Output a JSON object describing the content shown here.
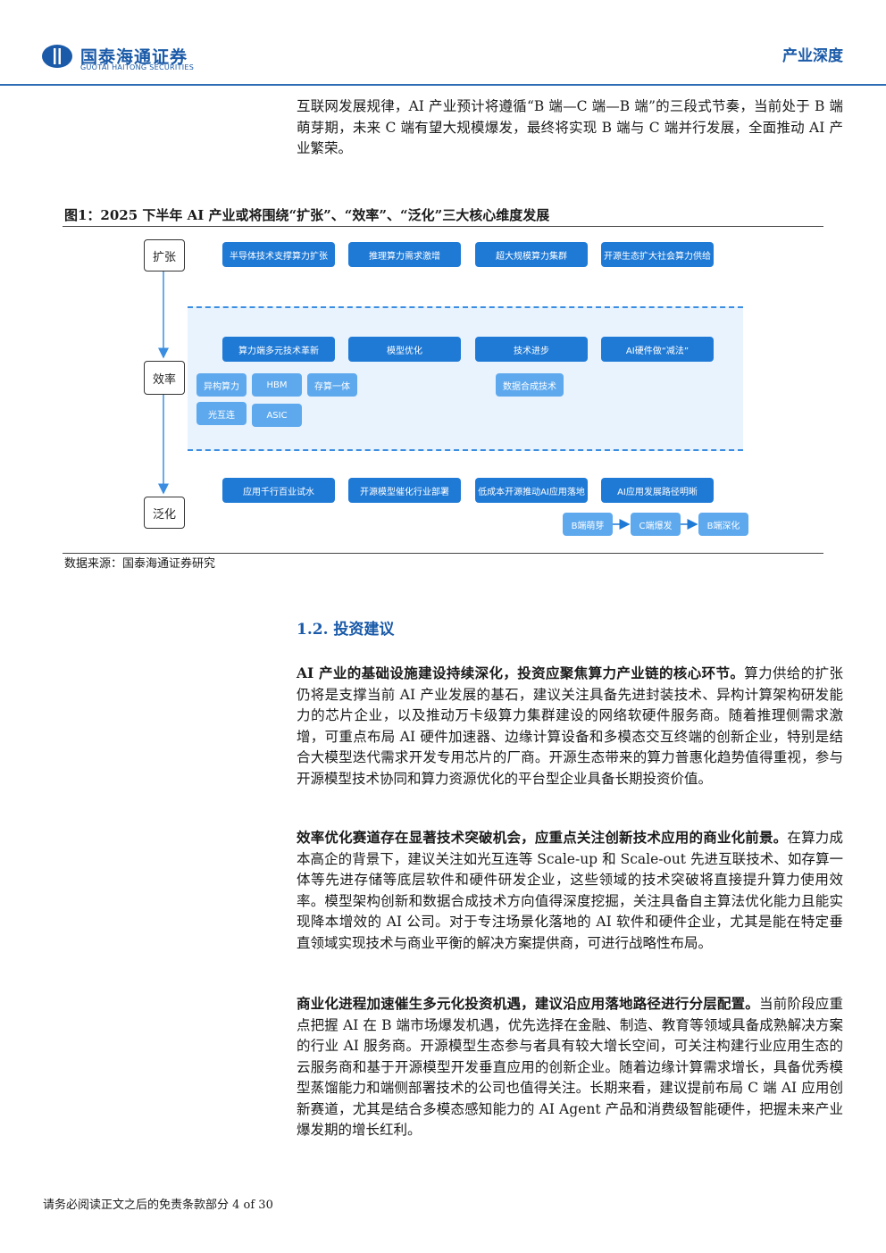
{
  "header": {
    "logo_cn": "国泰海通证券",
    "logo_en": "GUOTAI HAITONG SECURITIES",
    "section_tag": "产业深度",
    "brand_color": "#1a5aa8"
  },
  "intro_paragraph": "互联网发展规律，AI 产业预计将遵循“B 端—C 端—B 端”的三段式节奏，当前处于 B 端萌芽期，未来 C 端有望大规模爆发，最终将实现 B 端与 C 端并行发展，全面推动 AI 产业繁荣。",
  "figure": {
    "title": "图1：2025 下半年 AI 产业或将围绕“扩张”、“效率”、“泛化”三大核心维度发展",
    "source": "数据来源：国泰海通证券研究",
    "dimensions": [
      "扩张",
      "效率",
      "泛化"
    ],
    "expansion_items": [
      "半导体技术支撑算力扩张",
      "推理算力需求激增",
      "超大规模算力集群",
      "开源生态扩大社会算力供给"
    ],
    "efficiency_items": [
      "算力端多元技术革新",
      "模型优化",
      "技术进步",
      "AI硬件做“减法”"
    ],
    "efficiency_sub_items": [
      "异构算力",
      "HBM",
      "存算一体",
      "光互连",
      "ASIC",
      "数据合成技术"
    ],
    "generalization_items": [
      "应用千行百业试水",
      "开源模型催化行业部署",
      "低成本开源推动AI应用落地",
      "AI应用发展路径明晰"
    ],
    "path_items": [
      "B端萌芽",
      "C端爆发",
      "B端深化"
    ]
  },
  "section_heading": "1.2. 投资建议",
  "paragraphs": [
    {
      "lead": "AI 产业的基础设施建设持续深化，投资应聚焦算力产业链的核心环节。",
      "text": "算力供给的扩张仍将是支撑当前 AI 产业发展的基石，建议关注具备先进封装技术、异构计算架构研发能力的芯片企业，以及推动万卡级算力集群建设的网络软硬件服务商。随着推理侧需求激增，可重点布局 AI 硬件加速器、边缘计算设备和多模态交互终端的创新企业，特别是结合大模型迭代需求开发专用芯片的厂商。开源生态带来的算力普惠化趋势值得重视，参与开源模型技术协同和算力资源优化的平台型企业具备长期投资价值。"
    },
    {
      "lead": "效率优化赛道存在显著技术突破机会，应重点关注创新技术应用的商业化前景。",
      "text": "在算力成本高企的背景下，建议关注如光互连等 Scale-up 和 Scale-out 先进互联技术、如存算一体等先进存储等底层软件和硬件研发企业，这些领域的技术突破将直接提升算力使用效率。模型架构创新和数据合成技术方向值得深度挖掘，关注具备自主算法优化能力且能实现降本增效的 AI 公司。对于专注场景化落地的 AI 软件和硬件企业，尤其是能在特定垂直领域实现技术与商业平衡的解决方案提供商，可进行战略性布局。"
    },
    {
      "lead": "商业化进程加速催生多元化投资机遇，建议沿应用落地路径进行分层配置。",
      "text": "当前阶段应重点把握 AI 在 B 端市场爆发机遇，优先选择在金融、制造、教育等领域具备成熟解决方案的行业 AI 服务商。开源模型生态参与者具有较大增长空间，可关注构建行业应用生态的云服务商和基于开源模型开发垂直应用的创新企业。随着边缘计算需求增长，具备优秀模型蒸馏能力和端侧部署技术的公司也值得关注。长期来看，建议提前布局 C 端 AI 应用创新赛道，尤其是结合多模态感知能力的 AI Agent 产品和消费级智能硬件，把握未来产业爆发期的增长红利。"
    }
  ],
  "footer": "请务必阅读正文之后的免责条款部分 4 of 30"
}
